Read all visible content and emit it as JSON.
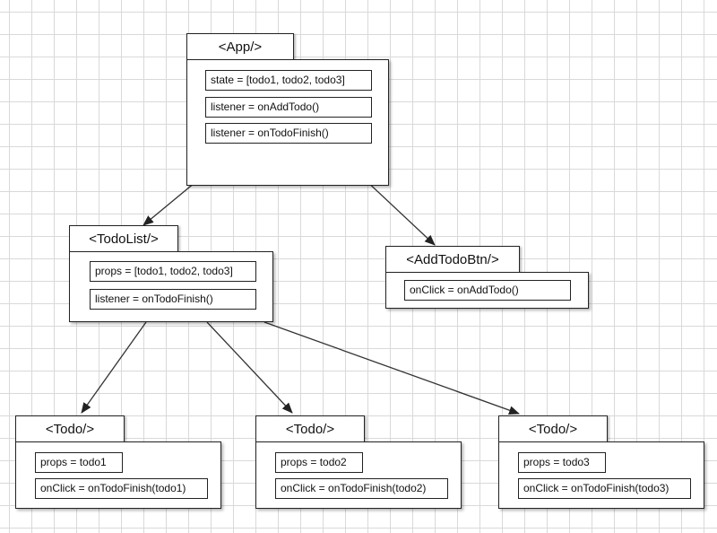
{
  "nodes": {
    "app": {
      "title": "<App/>",
      "fields": [
        "state = [todo1, todo2, todo3]",
        "listener = onAddTodo()",
        "listener = onTodoFinish()"
      ]
    },
    "todolist": {
      "title": "<TodoList/>",
      "fields": [
        "props = [todo1, todo2, todo3]",
        "listener = onTodoFinish()"
      ]
    },
    "addtodobtn": {
      "title": "<AddTodoBtn/>",
      "fields": [
        "onClick = onAddTodo()"
      ]
    },
    "todo1": {
      "title": "<Todo/>",
      "fields": [
        "props = todo1",
        "onClick = onTodoFinish(todo1)"
      ]
    },
    "todo2": {
      "title": "<Todo/>",
      "fields": [
        "props = todo2",
        "onClick = onTodoFinish(todo2)"
      ]
    },
    "todo3": {
      "title": "<Todo/>",
      "fields": [
        "props = todo3",
        "onClick = onTodoFinish(todo3)"
      ]
    }
  },
  "edges": [
    {
      "from": "app",
      "to": "todolist"
    },
    {
      "from": "app",
      "to": "addtodobtn"
    },
    {
      "from": "todolist",
      "to": "todo1"
    },
    {
      "from": "todolist",
      "to": "todo2"
    },
    {
      "from": "todolist",
      "to": "todo3"
    }
  ],
  "colors": {
    "stroke": "#222222",
    "grid": "#d9d9d9",
    "background": "#ffffff"
  }
}
